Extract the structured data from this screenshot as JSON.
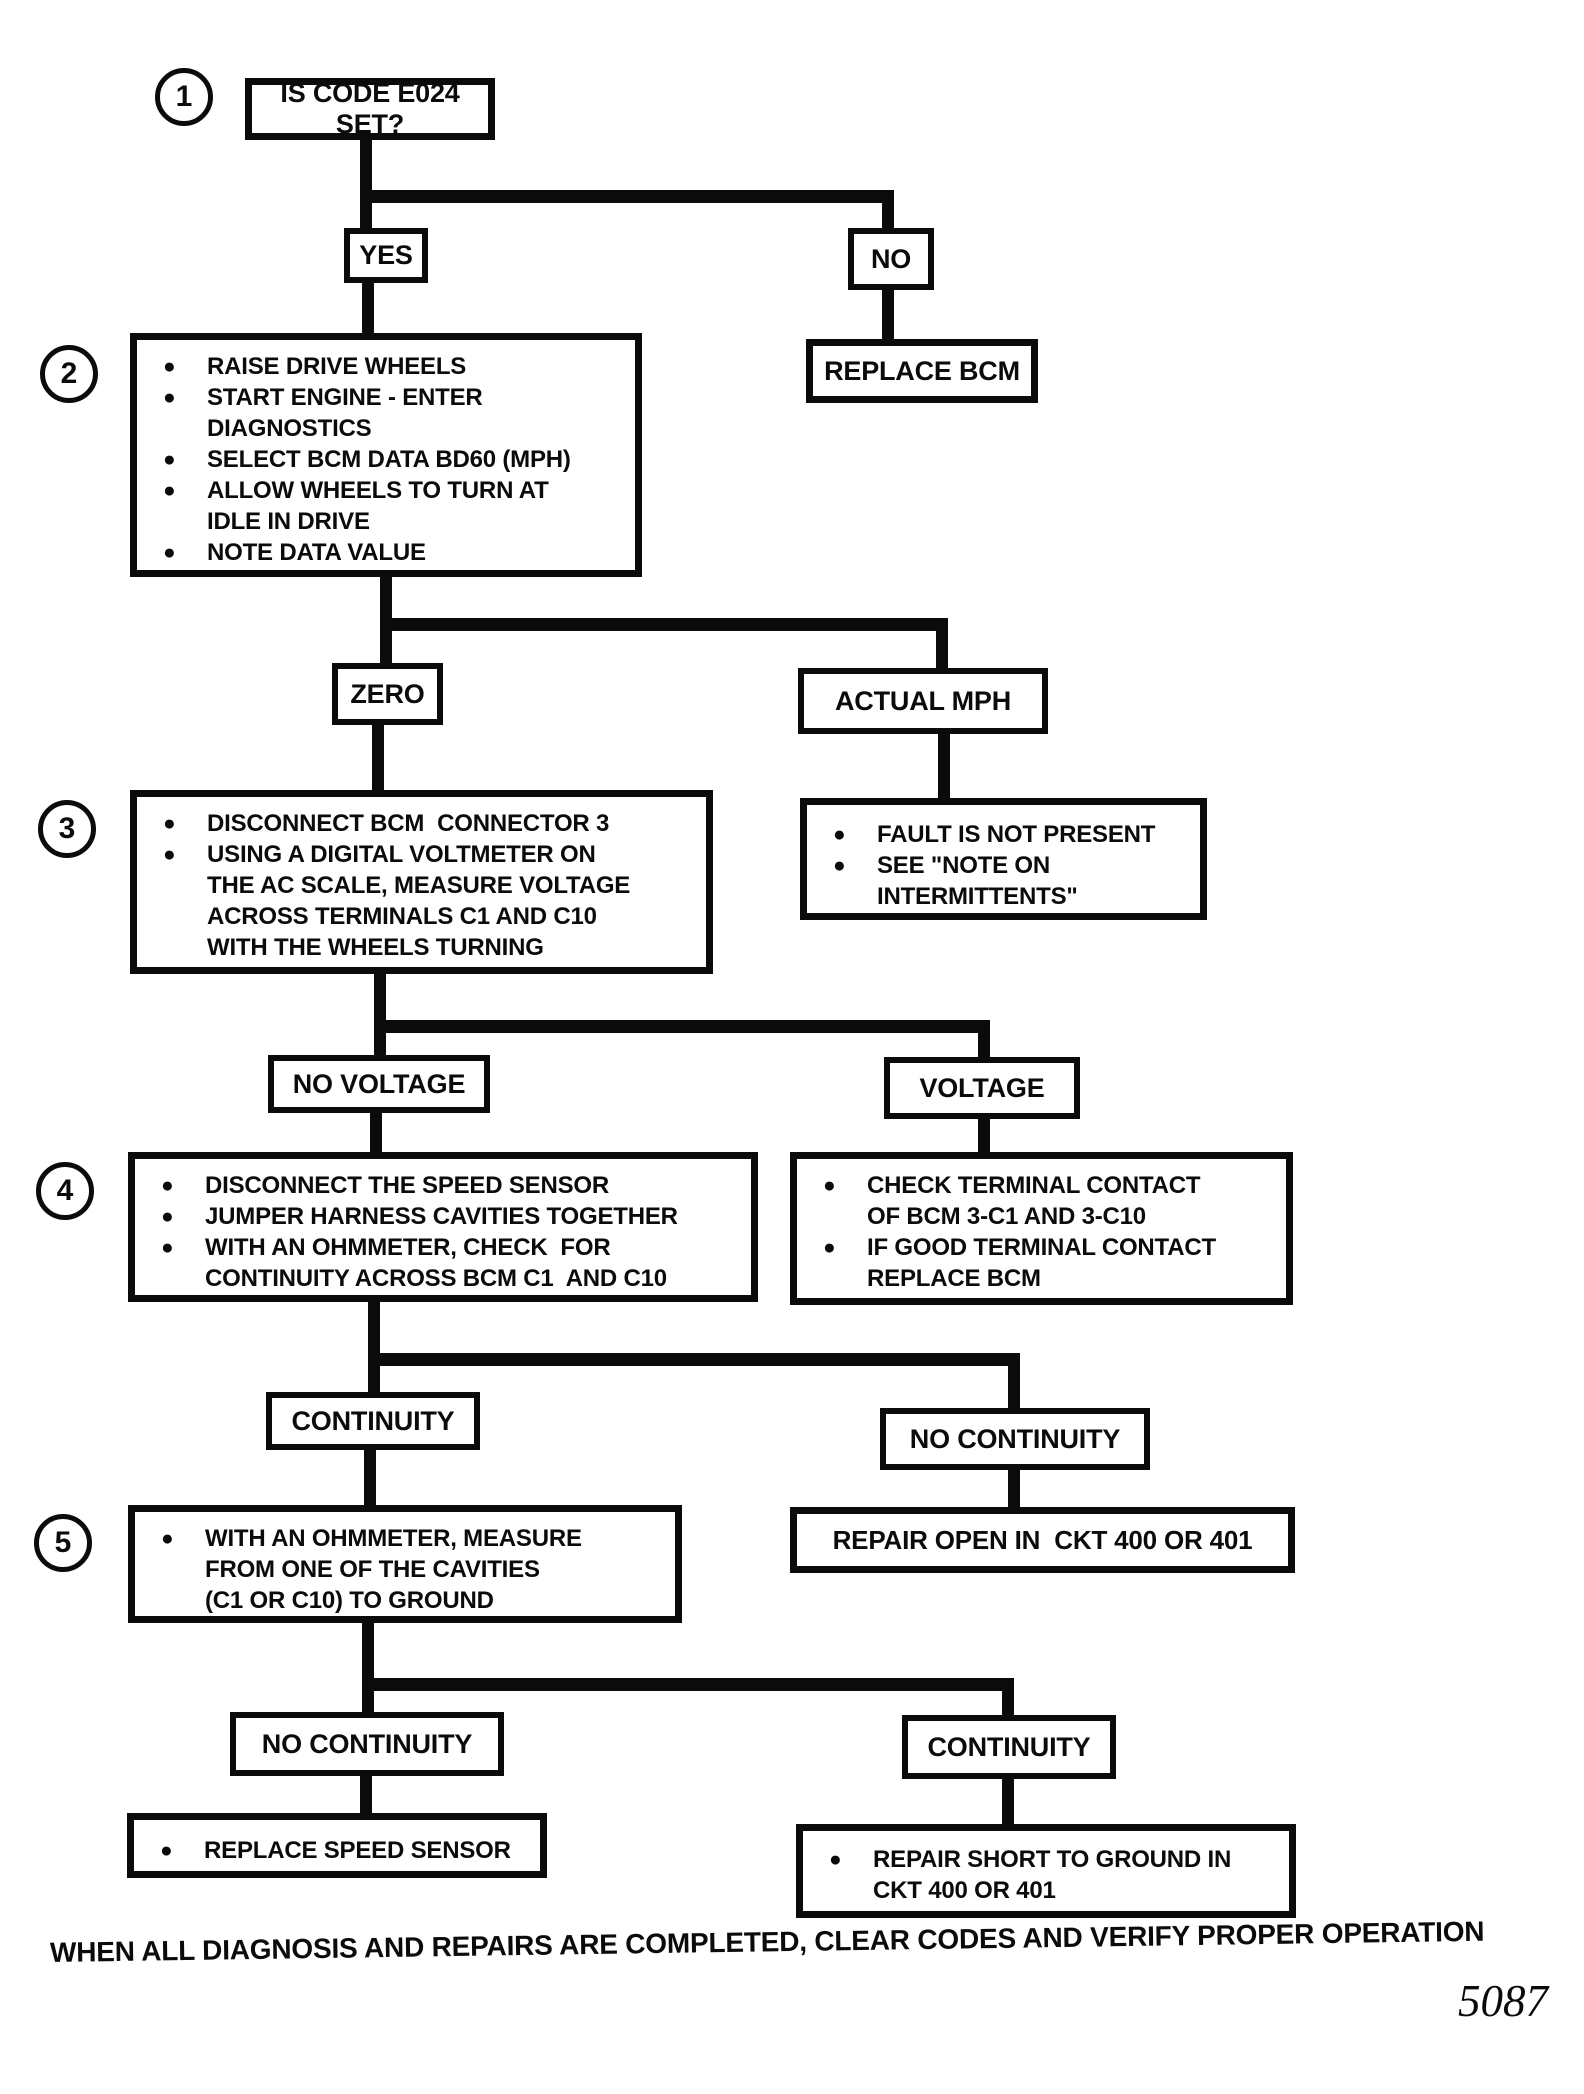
{
  "figure_number": "5087",
  "footer_note": "WHEN ALL DIAGNOSIS AND REPAIRS ARE COMPLETED, CLEAR CODES AND VERIFY PROPER OPERATION",
  "line_color": "#0b0b0b",
  "steps": {
    "s1": "1",
    "s2": "2",
    "s3": "3",
    "s4": "4",
    "s5": "5"
  },
  "boxes": {
    "question1": "IS CODE E024 SET?",
    "yes": "YES",
    "no": "NO",
    "replace_bcm": "REPLACE BCM",
    "step2_bullets": [
      "RAISE DRIVE WHEELS",
      "START ENGINE - ENTER\nDIAGNOSTICS",
      "SELECT BCM DATA BD60 (MPH)",
      "ALLOW WHEELS TO TURN AT\nIDLE IN DRIVE",
      "NOTE DATA VALUE"
    ],
    "zero": "ZERO",
    "actual_mph": "ACTUAL MPH",
    "step3_bullets": [
      "DISCONNECT BCM  CONNECTOR 3",
      "USING A DIGITAL VOLTMETER ON\nTHE AC SCALE, MEASURE VOLTAGE\nACROSS TERMINALS C1 AND C10\nWITH THE WHEELS TURNING"
    ],
    "fault_bullets": [
      "FAULT IS NOT PRESENT",
      "SEE \"NOTE ON\nINTERMITTENTS\""
    ],
    "no_voltage": "NO VOLTAGE",
    "voltage": "VOLTAGE",
    "step4_bullets": [
      "DISCONNECT THE SPEED SENSOR",
      "JUMPER HARNESS CAVITIES TOGETHER",
      "WITH AN OHMMETER, CHECK  FOR\nCONTINUITY ACROSS BCM C1  AND C10"
    ],
    "terminal_bullets": [
      "CHECK TERMINAL CONTACT\nOF BCM 3-C1 AND 3-C10",
      "IF GOOD TERMINAL CONTACT\nREPLACE BCM"
    ],
    "continuity_upper": "CONTINUITY",
    "no_continuity_upper": "NO CONTINUITY",
    "step5_bullets": [
      "WITH AN OHMMETER, MEASURE\nFROM ONE OF THE CAVITIES\n(C1 OR C10) TO GROUND"
    ],
    "repair_open": "REPAIR OPEN IN  CKT 400 OR 401",
    "no_continuity_lower": "NO CONTINUITY",
    "continuity_lower": "CONTINUITY",
    "replace_speed_sensor_bullets": [
      "REPLACE SPEED SENSOR"
    ],
    "repair_short_bullets": [
      "REPAIR SHORT TO GROUND IN\nCKT 400 OR 401"
    ]
  }
}
